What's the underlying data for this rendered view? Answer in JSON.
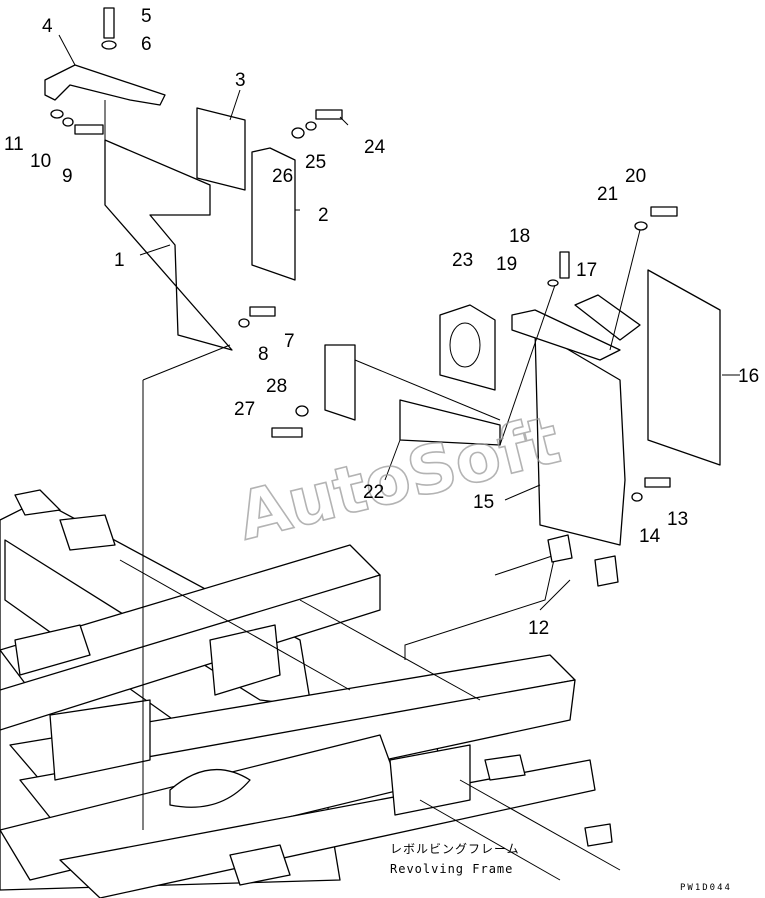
{
  "callouts": [
    {
      "id": "p5",
      "text": "5"
    },
    {
      "id": "p6",
      "text": "6"
    },
    {
      "id": "p4",
      "text": "4"
    },
    {
      "id": "p3",
      "text": "3"
    },
    {
      "id": "p11",
      "text": "11"
    },
    {
      "id": "p10",
      "text": "10"
    },
    {
      "id": "p9",
      "text": "9"
    },
    {
      "id": "p26",
      "text": "26"
    },
    {
      "id": "p25",
      "text": "25"
    },
    {
      "id": "p24",
      "text": "24"
    },
    {
      "id": "p2",
      "text": "2"
    },
    {
      "id": "p1",
      "text": "1"
    },
    {
      "id": "p8",
      "text": "8"
    },
    {
      "id": "p7",
      "text": "7"
    },
    {
      "id": "p27",
      "text": "27"
    },
    {
      "id": "p28",
      "text": "28"
    },
    {
      "id": "p22",
      "text": "22"
    },
    {
      "id": "p23",
      "text": "23"
    },
    {
      "id": "p18",
      "text": "18"
    },
    {
      "id": "p19",
      "text": "19"
    },
    {
      "id": "p17",
      "text": "17"
    },
    {
      "id": "p21",
      "text": "21"
    },
    {
      "id": "p20",
      "text": "20"
    },
    {
      "id": "p16",
      "text": "16"
    },
    {
      "id": "p15",
      "text": "15"
    },
    {
      "id": "p14",
      "text": "14"
    },
    {
      "id": "p13",
      "text": "13"
    },
    {
      "id": "p12",
      "text": "12"
    }
  ],
  "caption": {
    "japanese": "レボルビングフレーム",
    "english": "Revolving Frame"
  },
  "drawing_code": "PW1D044",
  "watermark": "AutoSoft"
}
